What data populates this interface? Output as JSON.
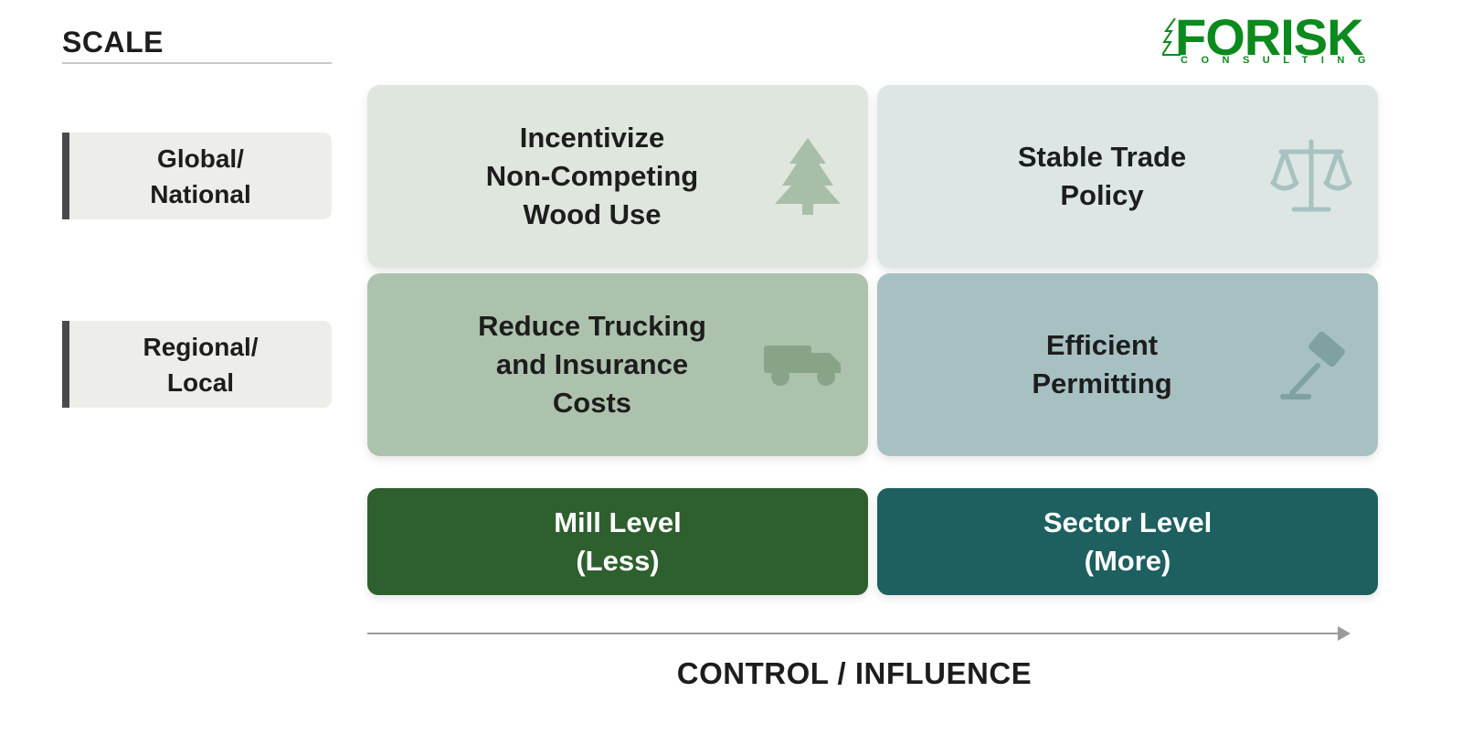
{
  "logo": {
    "name": "FORISK",
    "subtitle": "CONSULTING"
  },
  "y_axis": {
    "title": "SCALE"
  },
  "rows": [
    {
      "label": "Global/\nNational"
    },
    {
      "label": "Regional/\nLocal"
    }
  ],
  "quadrants": [
    {
      "text": "Incentivize\nNon-Competing\nWood Use",
      "icon": "tree-icon",
      "color": "#dfe6dd",
      "icon_color": "#a8bea8"
    },
    {
      "text": "Stable Trade\nPolicy",
      "icon": "scales-icon",
      "color": "#dde6e4",
      "icon_color": "#a7c2c0"
    },
    {
      "text": "Reduce Trucking\nand Insurance\nCosts",
      "icon": "truck-icon",
      "color": "#adc2ad",
      "icon_color": "#89a389"
    },
    {
      "text": "Efficient\nPermitting",
      "icon": "gavel-icon",
      "color": "#a7c1c2",
      "icon_color": "#7fa1a2"
    }
  ],
  "levels": [
    {
      "text": "Mill Level\n(Less)",
      "color": "#2e5f2e"
    },
    {
      "text": "Sector Level\n(More)",
      "color": "#1e5f5f"
    }
  ],
  "x_axis": {
    "title": "CONTROL / INFLUENCE"
  }
}
